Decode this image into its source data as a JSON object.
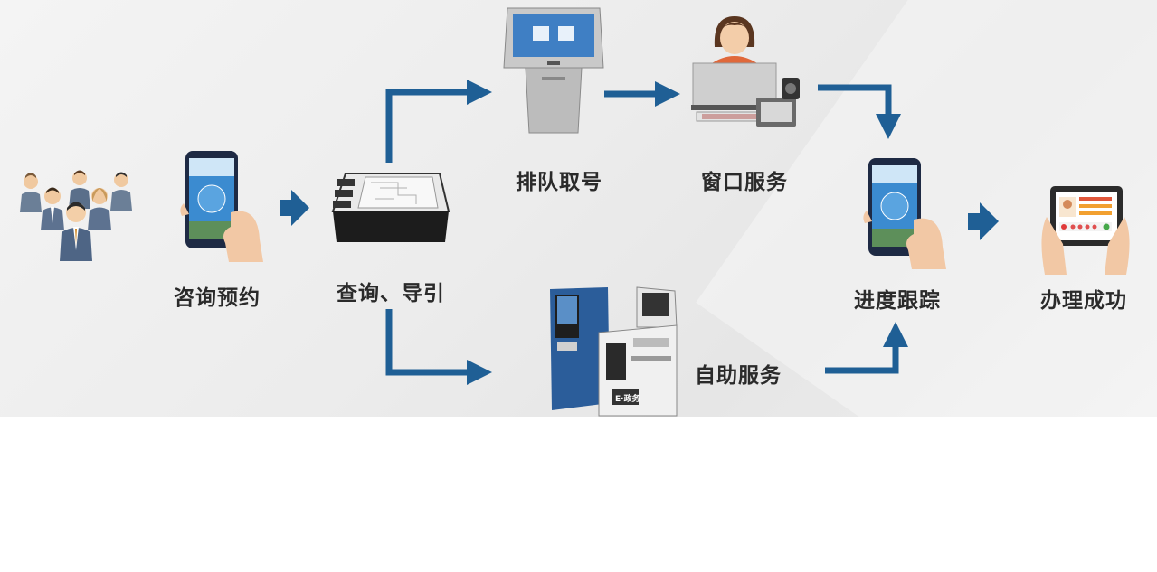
{
  "steps": {
    "consult": "咨询预约",
    "query": "查询、导引",
    "queue": "排队取号",
    "window": "窗口服务",
    "self_service": "自助服务",
    "tracking": "进度跟踪",
    "success": "办理成功"
  },
  "kiosk_brand": "E·政务",
  "colors": {
    "arrow": "#1f5f95",
    "label": "#2a2a2a"
  }
}
